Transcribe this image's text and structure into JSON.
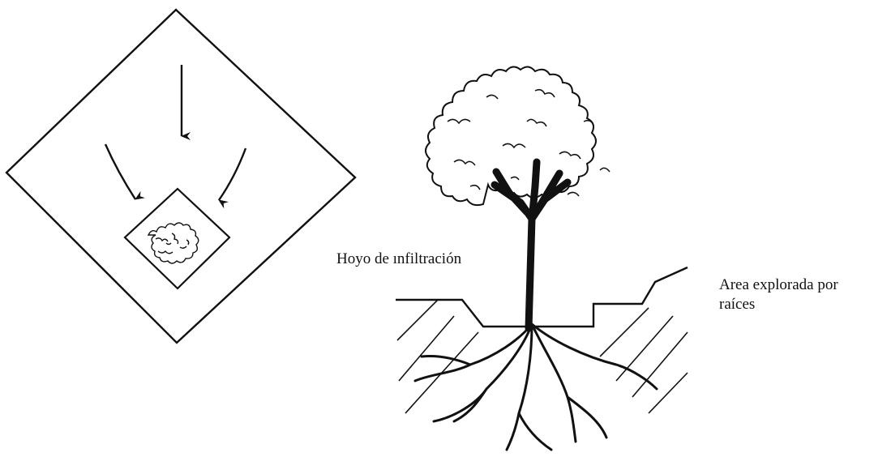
{
  "diagram": {
    "labels": {
      "infiltration_hole": "Hoyo de ınfiltración",
      "root_area_line1": "Area explorada por",
      "root_area_line2": "raíces"
    },
    "colors": {
      "ink": "#111111",
      "background": "#ffffff"
    },
    "icons": [
      "catchment-diamond-icon",
      "arrow-down-icon",
      "tree-icon",
      "roots-icon",
      "terraced-soil-icon"
    ]
  }
}
